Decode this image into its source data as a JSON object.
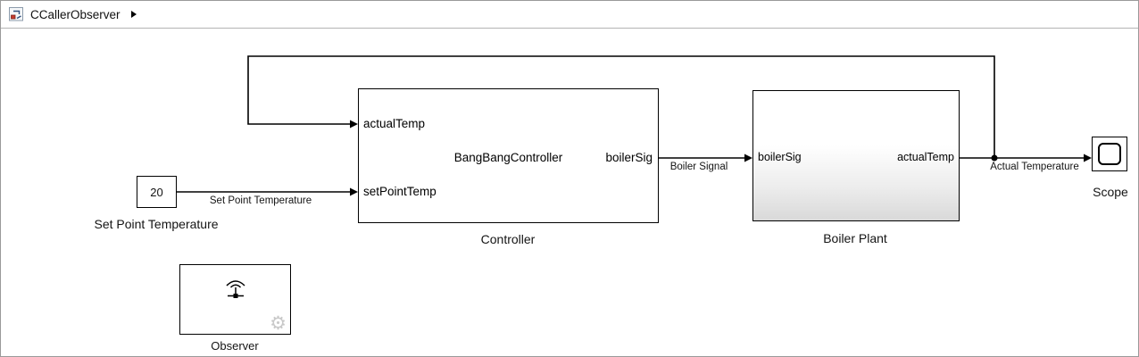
{
  "header": {
    "breadcrumb": "CCallerObserver"
  },
  "icons": {
    "gear": "⚙",
    "model_icon": "simulink-model-icon",
    "breadcrumb_expand": "breadcrumb-expand-arrow"
  },
  "blocks": {
    "set_point": {
      "value": "20",
      "label": "Set Point Temperature"
    },
    "controller": {
      "label": "Controller",
      "function_name": "BangBangController",
      "ports": {
        "actual_temp_in": "actualTemp",
        "set_point_in": "setPointTemp",
        "boiler_sig_out": "boilerSig"
      }
    },
    "boiler_plant": {
      "label": "Boiler Plant",
      "ports": {
        "boiler_sig_in": "boilerSig",
        "actual_temp_out": "actualTemp"
      }
    },
    "scope": {
      "label": "Scope"
    },
    "observer": {
      "label": "Observer"
    }
  },
  "signal_labels": {
    "set_point": "Set Point Temperature",
    "boiler_signal": "Boiler Signal",
    "actual_temperature": "Actual Temperature"
  },
  "colors": {
    "line": "#000000",
    "block_border": "#000000",
    "canvas": "#ffffff",
    "gear": "#c9c9c9"
  }
}
